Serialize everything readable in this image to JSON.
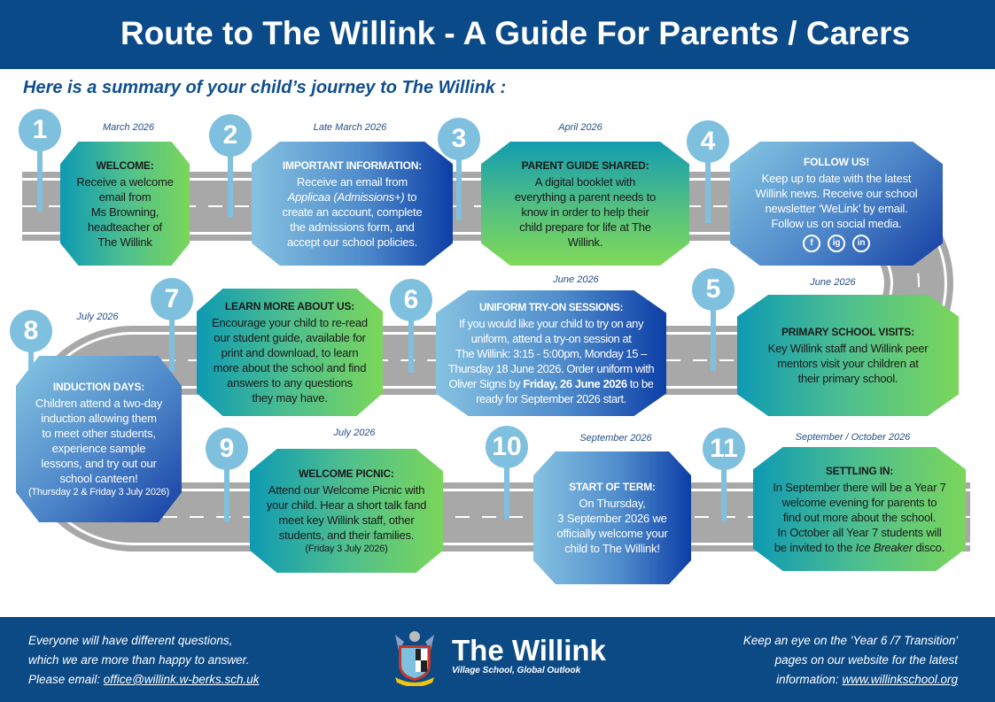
{
  "header": {
    "title": "Route to The Willink - A Guide For Parents / Carers"
  },
  "subtitle": "Here is a summary of your child’s journey to The Willink :",
  "steps": [
    {
      "num": "1",
      "date": "March 2026",
      "title": "WELCOME:",
      "lines": [
        "Receive a welcome",
        "email from",
        "Ms Browning,",
        "headteacher of",
        "The Willink"
      ]
    },
    {
      "num": "2",
      "date": "Late March 2026",
      "title": "IMPORTANT INFORMATION:",
      "lines": [
        "Receive an email from",
        [
          {
            "t": "Applicaa (Admissions+)",
            "i": true
          },
          {
            "t": " to"
          }
        ],
        "create an account, complete",
        "the admissions form, and",
        "accept our school policies."
      ]
    },
    {
      "num": "3",
      "date": "April 2026",
      "title": "PARENT GUIDE SHARED:",
      "lines": [
        "A digital booklet with",
        "everything a parent needs to",
        "know in order to help their",
        "child prepare for life at The",
        "Willink."
      ]
    },
    {
      "num": "4",
      "date": "",
      "title": "FOLLOW US!",
      "lines": [
        "Keep up to date with the latest",
        "Willink news. Receive our school",
        "newsletter ‘WeLink’ by email.",
        "Follow us on social media."
      ],
      "social": [
        "f",
        "ig",
        "in"
      ]
    },
    {
      "num": "5",
      "date": "June 2026",
      "title": "PRIMARY SCHOOL VISITS:",
      "lines": [
        "Key Willink staff and Willink peer",
        "mentors visit your children at",
        "their primary school."
      ]
    },
    {
      "num": "6",
      "date": "June 2026",
      "title": "UNIFORM TRY-ON SESSIONS:",
      "lines": [
        "If you would like your child to try on any",
        "uniform, attend a try-on session at",
        "The Willink: 3:15 - 5:00pm, Monday 15 –",
        "Thursday 18 June 2026. Order uniform with",
        [
          {
            "t": "Oliver Signs by "
          },
          {
            "t": "Friday, 26 June 2026",
            "b": true
          },
          {
            "t": " to be"
          }
        ],
        "ready for September 2026 start."
      ]
    },
    {
      "num": "7",
      "date": "",
      "title": "LEARN MORE ABOUT US:",
      "lines": [
        "Encourage your child to re-read",
        "our student guide, available for",
        "print and download, to learn",
        "more about the school and find",
        "answers to any questions",
        "they may have."
      ]
    },
    {
      "num": "8",
      "date": "July 2026",
      "title": "INDUCTION DAYS:",
      "lines": [
        "Children attend a two-day",
        "induction allowing them",
        "to meet other students,",
        "experience sample",
        "lessons, and try out our",
        "school canteen!"
      ],
      "note": "(Thursday 2 & Friday 3 July 2026)"
    },
    {
      "num": "9",
      "date": "July 2026",
      "title": "WELCOME PICNIC:",
      "lines": [
        "Attend our Welcome Picnic with",
        "your child. Hear a short talk fand",
        "meet key Willink staff, other",
        "students, and their families."
      ],
      "note": "(Friday 3 July 2026)"
    },
    {
      "num": "10",
      "date": "September 2026",
      "title": "START OF TERM:",
      "lines": [
        "On Thursday,",
        "3 September 2026 we",
        "officially welcome your",
        "child to The Willink!"
      ]
    },
    {
      "num": "11",
      "date": "September / October 2026",
      "title": "SETTLING IN:",
      "lines": [
        "In September there will be a Year 7",
        "welcome evening for parents to",
        "find out more about the school.",
        "In October all Year 7 students will",
        [
          {
            "t": "be invited to the "
          },
          {
            "t": "Ice Breaker",
            "i": true
          },
          {
            "t": " disco."
          }
        ]
      ]
    }
  ],
  "footer": {
    "left": [
      "Everyone will have different questions,",
      "which we are more than happy to answer.",
      "Please email: "
    ],
    "email": "office@willink.w-berks.sch.uk",
    "logo_name": "The Willink",
    "logo_tagline": "Village School, Global Outlook",
    "right": [
      "Keep an eye on the 'Year 6 /7  Transition'",
      "pages on our website for the latest",
      "information: "
    ],
    "website": "www.willinkschool.org"
  },
  "colors": {
    "brand": "#0b4a88",
    "pin": "#7fc0df",
    "road": "#a8a8a8"
  }
}
